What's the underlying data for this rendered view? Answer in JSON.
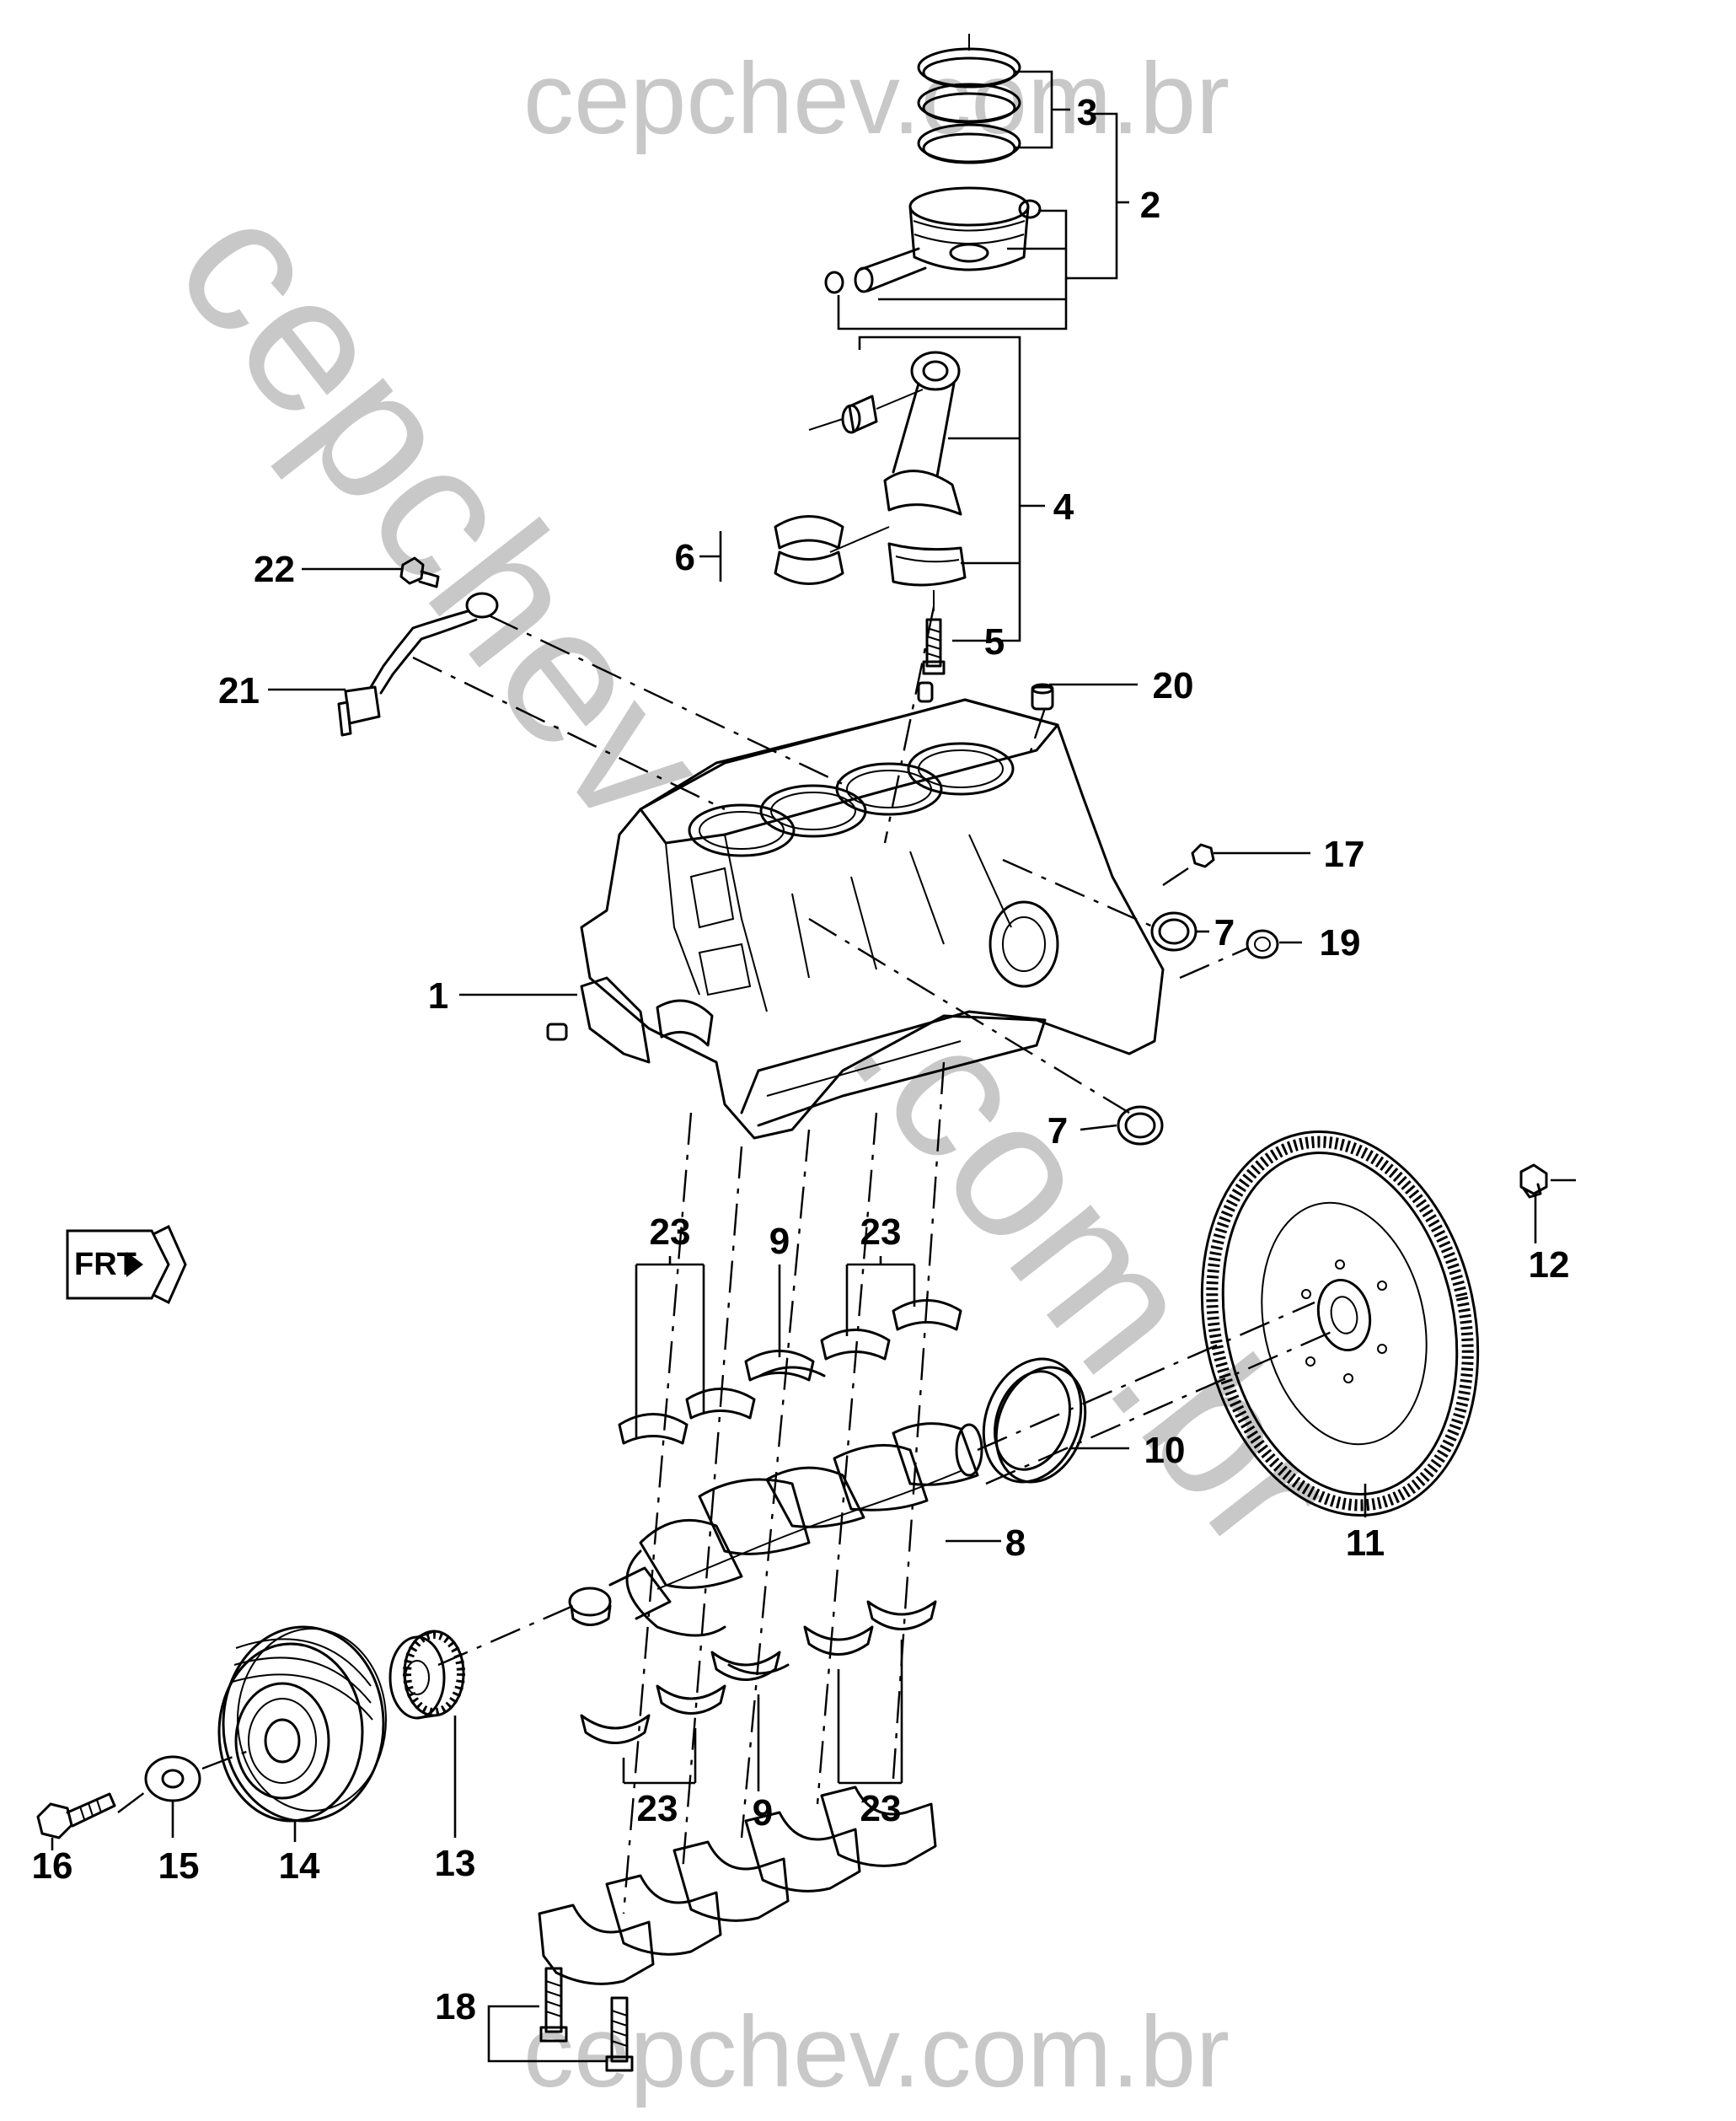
{
  "watermarks": {
    "top": "cepchev.com.br",
    "diagonal_upper": "cepchev",
    "diagonal_lower": ".com.br",
    "bottom": "cepchev.com.br"
  },
  "front_indicator": "FRT",
  "callouts": [
    {
      "id": "c1",
      "text": "1"
    },
    {
      "id": "c2",
      "text": "2"
    },
    {
      "id": "c3",
      "text": "3"
    },
    {
      "id": "c4",
      "text": "4"
    },
    {
      "id": "c5",
      "text": "5"
    },
    {
      "id": "c6",
      "text": "6"
    },
    {
      "id": "c7a",
      "text": "7"
    },
    {
      "id": "c7b",
      "text": "7"
    },
    {
      "id": "c8",
      "text": "8"
    },
    {
      "id": "c9a",
      "text": "9"
    },
    {
      "id": "c9b",
      "text": "9"
    },
    {
      "id": "c10",
      "text": "10"
    },
    {
      "id": "c11",
      "text": "11"
    },
    {
      "id": "c12",
      "text": "12"
    },
    {
      "id": "c13",
      "text": "13"
    },
    {
      "id": "c14",
      "text": "14"
    },
    {
      "id": "c15",
      "text": "15"
    },
    {
      "id": "c16",
      "text": "16"
    },
    {
      "id": "c17",
      "text": "17"
    },
    {
      "id": "c18",
      "text": "18"
    },
    {
      "id": "c19",
      "text": "19"
    },
    {
      "id": "c20",
      "text": "20"
    },
    {
      "id": "c21",
      "text": "21"
    },
    {
      "id": "c22",
      "text": "22"
    },
    {
      "id": "c23a",
      "text": "23"
    },
    {
      "id": "c23b",
      "text": "23"
    },
    {
      "id": "c23c",
      "text": "23"
    },
    {
      "id": "c23d",
      "text": "23"
    }
  ]
}
